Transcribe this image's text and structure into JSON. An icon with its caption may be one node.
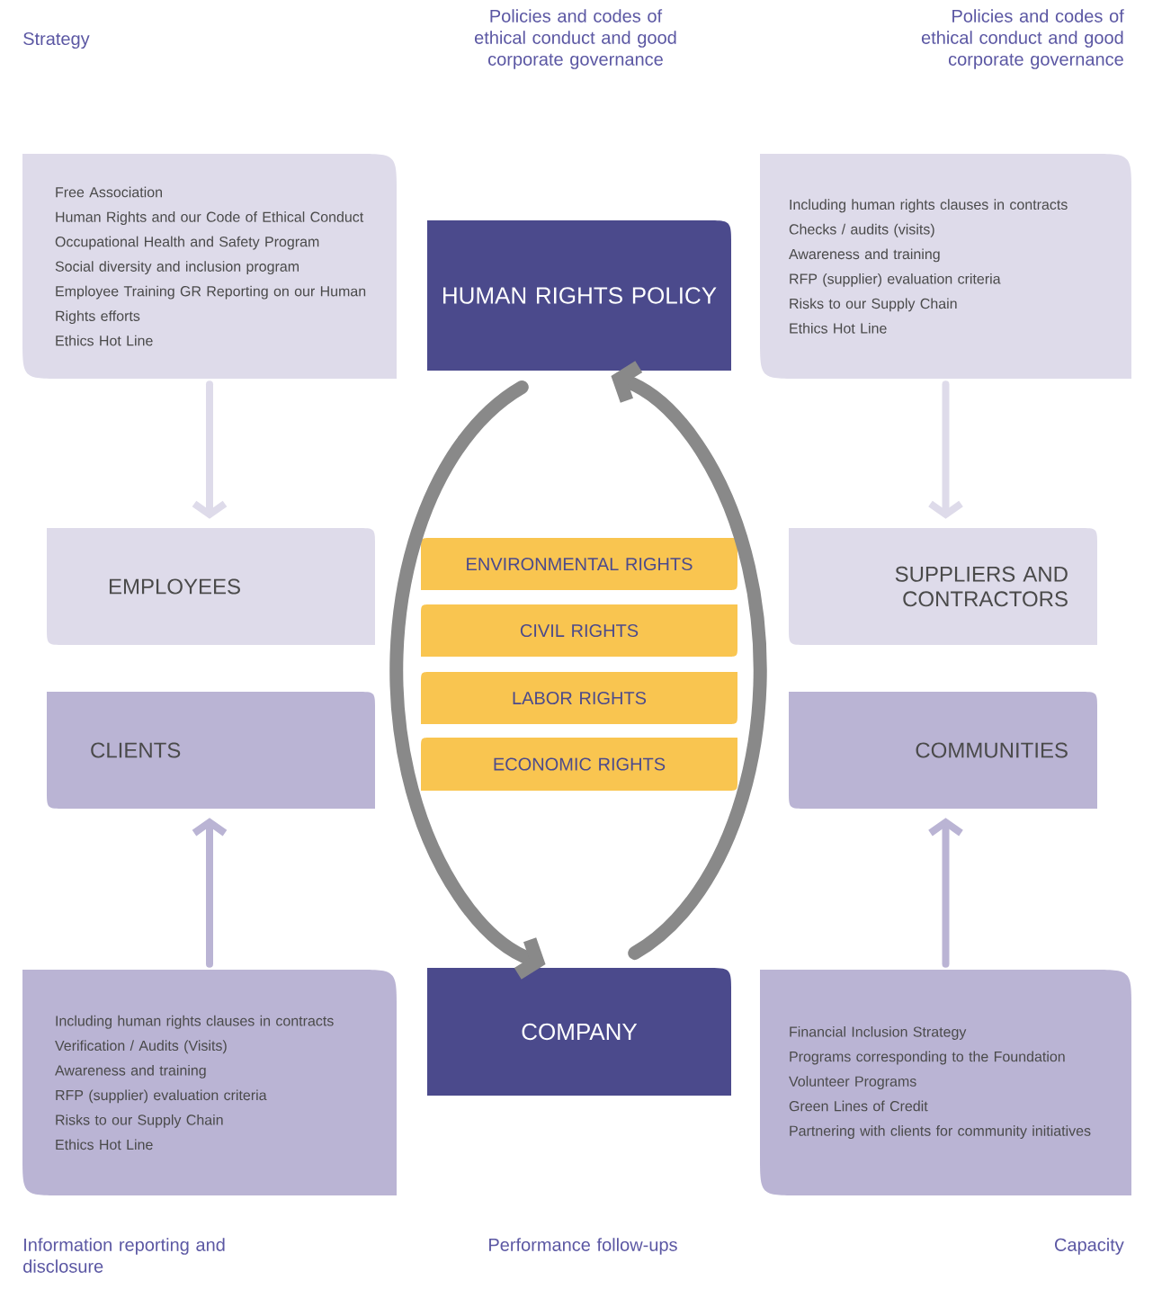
{
  "diagram": {
    "nodes": [
      {
        "text": [
          "HUMAN RIGHTS POLICY"
        ]
      },
      {
        "text": [
          "COMPANY"
        ]
      },
      {
        "text": [
          "Free Association",
          "Human Rights and our Code of Ethical Conduct",
          "Occupational Health and Safety Program",
          "Social diversity and inclusion program",
          "Employee Training GR Reporting on our Human Rights efforts",
          "Ethics Hot Line"
        ]
      },
      {
        "text": [
          "EMPLOYEES"
        ]
      },
      {
        "text": [
          "CLIENTS"
        ]
      },
      {
        "text": [
          "Including human rights clauses in contracts",
          "Verification / Audits (Visits)",
          "Awareness and training",
          "RFP (supplier) evaluation criteria",
          "Risks to our Supply Chain",
          "Ethics Hot Line"
        ]
      },
      {
        "text": [
          "Including human rights clauses in contracts",
          "Checks / audits (visits)",
          "Awareness and training",
          "RFP (supplier) evaluation criteria",
          "Risks to our Supply Chain",
          "Ethics Hot Line"
        ]
      },
      {
        "text": [
          "SUPPLIERS AND CONTRACTORS"
        ]
      },
      {
        "text": [
          "COMMUNITIES"
        ]
      },
      {
        "text": [
          "Financial Inclusion Strategy",
          "Programs corresponding to the Foundation",
          "Volunteer Programs",
          "Green Lines of Credit",
          "Partnering with clients for community initiatives"
        ]
      },
      {
        "text": [
          "ENVIRONMENTAL RIGHTS"
        ]
      },
      {
        "text": [
          "CIVIL RIGHTS"
        ]
      },
      {
        "text": [
          "LABOR RIGHTS"
        ]
      },
      {
        "text": [
          "ECONOMIC RIGHTS"
        ]
      }
    ],
    "edges": [
      {
        "from": 2,
        "to": 3,
        "arrow": "to",
        "color": "#dedbea"
      },
      {
        "from": 6,
        "to": 7,
        "arrow": "to",
        "color": "#dedbea"
      },
      {
        "from": 5,
        "to": 4,
        "arrow": "to",
        "color": "#bab4d4"
      },
      {
        "from": 9,
        "to": 8,
        "arrow": "to",
        "color": "#bab4d4"
      },
      {
        "from": 0,
        "to": 1,
        "arrow": "to",
        "style": "thick",
        "color": "#898989"
      },
      {
        "from": 1,
        "to": 0,
        "arrow": "to",
        "style": "thick",
        "color": "#898989"
      }
    ],
    "labels": [
      "Strategy",
      "Policies and codes of ethical conduct and good corporate governance",
      "Policies and codes of ethical conduct and good corporate governance",
      "Information reporting and disclosure",
      "Performance follow-ups",
      "Capacity"
    ]
  }
}
